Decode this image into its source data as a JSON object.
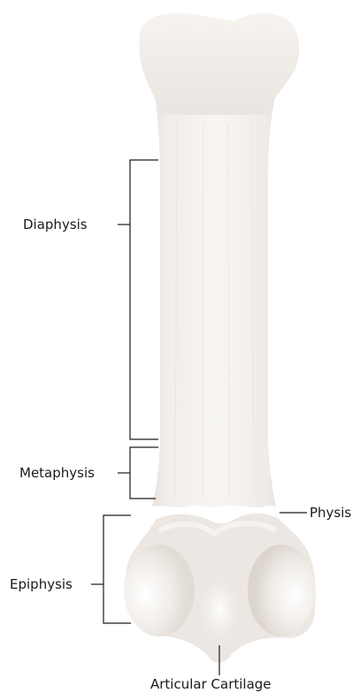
{
  "labels": {
    "diaphysis": "Diaphysis",
    "metaphysis": "Metaphysis",
    "physis": "Physis",
    "epiphysis": "Epiphysis",
    "articular_cartilage": "Articular Cartilage"
  },
  "colors": {
    "bone_light": "#f7f4f1",
    "bone_mid": "#e9e4df",
    "bone_shadow": "#d6cfc9",
    "line": "#1a1a1a",
    "text": "#1a1a1a"
  }
}
